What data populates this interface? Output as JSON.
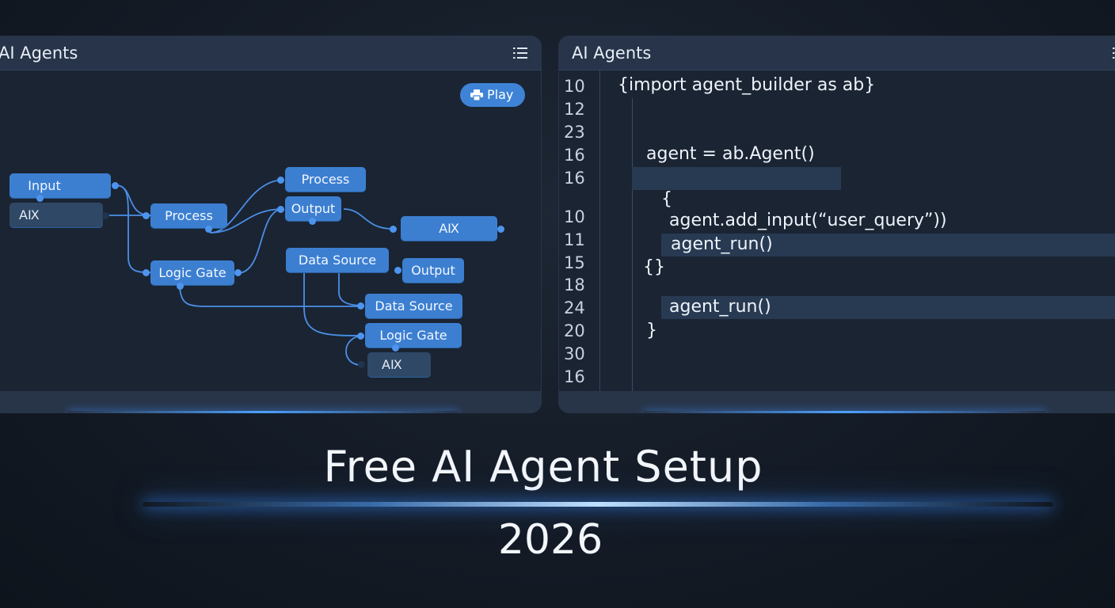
{
  "left_panel": {
    "title": "AI Agents",
    "play_label": "Play",
    "nodes": {
      "input": "Input",
      "ax_1": "AⅨ",
      "process_1": "Process",
      "process_2": "Process",
      "output_1": "Output",
      "ax_2": "AⅨ",
      "logic_gate_1": "Logic Gate",
      "data_source_1": "Data Source",
      "output_2": "Output",
      "data_source_2": "Data Source",
      "logic_gate_2": "Logic Gate",
      "ax_3": "AⅨ"
    }
  },
  "right_panel": {
    "title": "AI Agents",
    "line_numbers": [
      "10",
      "12",
      "23",
      "16",
      "16",
      "10",
      "11",
      "15",
      "18",
      "24",
      "20",
      "30",
      "16"
    ],
    "code_lines": [
      "{import agent_builder as ab}",
      "agent = ab.Agent()",
      "{",
      "agent.add_input(“user_query”))",
      "agent_run()",
      "{}",
      "agent_run()",
      "}"
    ]
  },
  "footer": {
    "headline": "Free AI Agent Setup",
    "year": "2026"
  },
  "colors": {
    "node_blue": "#3c7fd1",
    "node_dark": "#2f4866",
    "panel_bg": "#1a2433",
    "titlebar_bg": "#273449",
    "glow": "#4ea0ff"
  }
}
